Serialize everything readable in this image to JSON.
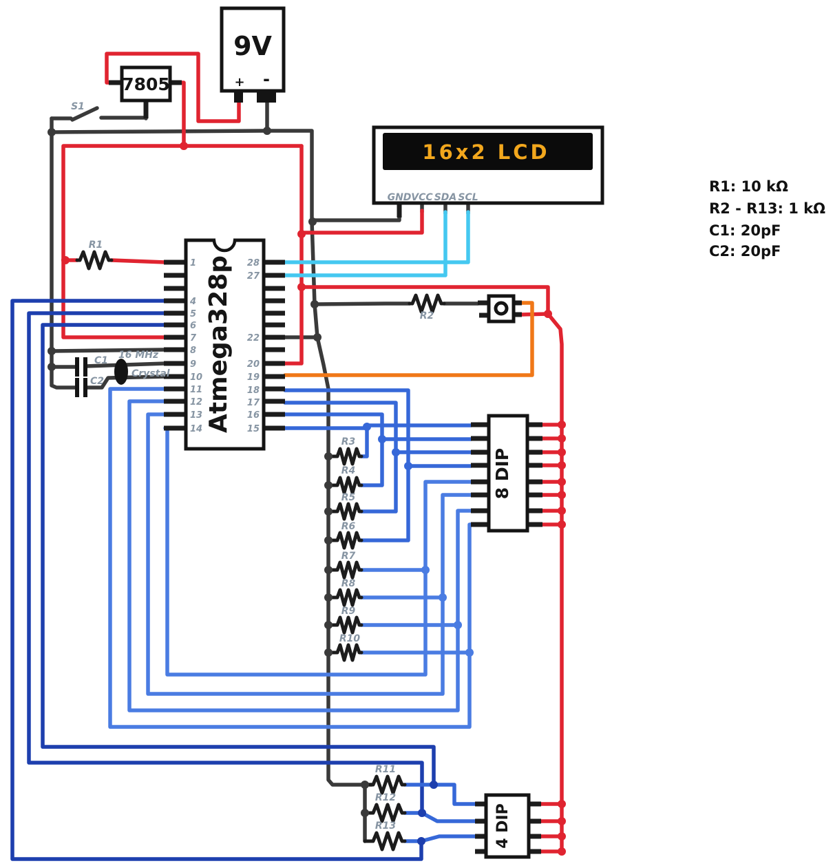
{
  "diagram": {
    "battery": {
      "label": "9V",
      "terminal_plus": "+",
      "terminal_minus": "-"
    },
    "regulator": {
      "label": "7805"
    },
    "switch": {
      "label": "S1"
    },
    "lcd": {
      "title": "16x2  LCD",
      "pin_labels": [
        "GND",
        "VCC",
        "SDA",
        "SCL"
      ]
    },
    "mcu": {
      "label": "Atmega328p",
      "left_pins": [
        "1",
        "4",
        "5",
        "6",
        "7",
        "8",
        "9",
        "10",
        "11",
        "12",
        "13",
        "14"
      ],
      "right_pins": [
        "28",
        "27",
        "22",
        "20",
        "19",
        "18",
        "17",
        "16",
        "15"
      ]
    },
    "crystal": {
      "frequency": "16 MHz",
      "name": "Crystal"
    },
    "capacitors": {
      "c1": "C1",
      "c2": "C2"
    },
    "resistors": {
      "r1": "R1",
      "r2": "R2",
      "chain": [
        "R3",
        "R4",
        "R5",
        "R6",
        "R7",
        "R8",
        "R9",
        "R10"
      ],
      "bottom": [
        "R11",
        "R12",
        "R13"
      ]
    },
    "dip8": {
      "label": "8 DIP"
    },
    "dip4": {
      "label": "4 DIP"
    },
    "notes": [
      "R1: 10 kΩ",
      "R2 - R13: 1 kΩ",
      "C1: 20pF",
      "C2: 20pF"
    ],
    "colors": {
      "wire_black": "#3a3a3a",
      "wire_red": "#e02430",
      "wire_dark_blue": "#1d3fae",
      "wire_blue": "#3668d8",
      "wire_light_blue": "#4a7ce2",
      "wire_cyan": "#45c8f0",
      "wire_orange": "#f07818",
      "lcd_text": "#f2a71d",
      "label_gray": "#8795a3"
    }
  }
}
